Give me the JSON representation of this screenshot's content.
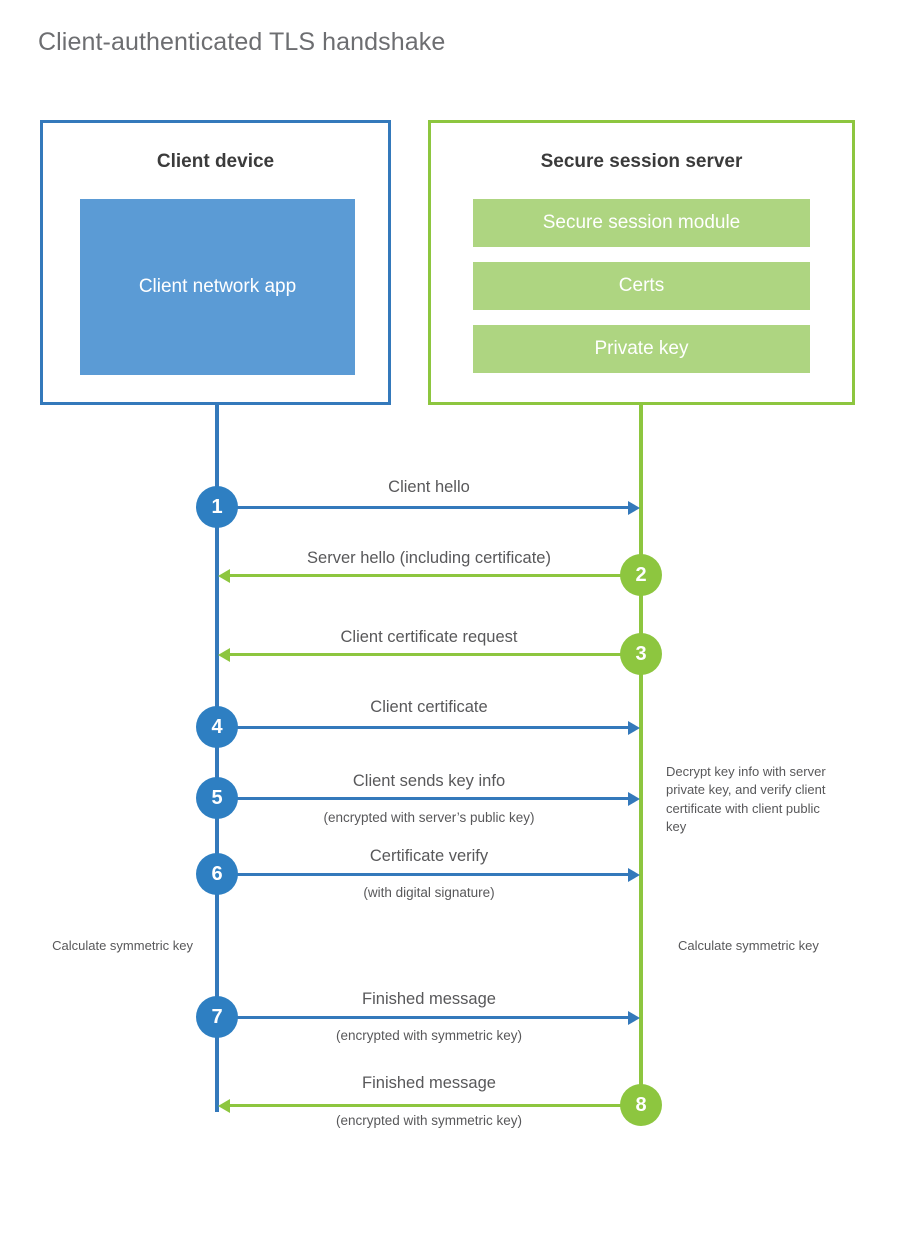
{
  "title": "Client-authenticated TLS handshake",
  "colors": {
    "client_border": "#3479bb",
    "client_fill": "#5b9bd5",
    "server_border": "#8dc63f",
    "server_fill": "#aed581",
    "client_step": "#2e7fc2",
    "server_step": "#8dc63f",
    "title_text": "#6d6e71",
    "body_text": "#58585a"
  },
  "parties": {
    "client": {
      "title": "Client device",
      "blocks": [
        "Client network app"
      ]
    },
    "server": {
      "title": "Secure session server",
      "blocks": [
        "Secure session module",
        "Certs",
        "Private key"
      ]
    }
  },
  "steps": [
    {
      "number": "1",
      "label": "Client hello",
      "sub": "",
      "from": "client",
      "to": "server"
    },
    {
      "number": "2",
      "label": "Server hello (including certificate)",
      "sub": "",
      "from": "server",
      "to": "client"
    },
    {
      "number": "3",
      "label": "Client certificate request",
      "sub": "",
      "from": "server",
      "to": "client"
    },
    {
      "number": "4",
      "label": "Client certificate",
      "sub": "",
      "from": "client",
      "to": "server"
    },
    {
      "number": "5",
      "label": "Client sends key info",
      "sub": "(encrypted with server’s public key)",
      "from": "client",
      "to": "server"
    },
    {
      "number": "6",
      "label": "Certificate verify",
      "sub": "(with digital signature)",
      "from": "client",
      "to": "server"
    },
    {
      "number": "7",
      "label": "Finished message",
      "sub": "(encrypted with symmetric key)",
      "from": "client",
      "to": "server"
    },
    {
      "number": "8",
      "label": "Finished message",
      "sub": "(encrypted with symmetric key)",
      "from": "server",
      "to": "client"
    }
  ],
  "notes": {
    "server_decrypt": "Decrypt key info with server private key, and verify client certificate with client public key",
    "client_calc": "Calculate symmetric key",
    "server_calc": "Calculate symmetric key"
  }
}
